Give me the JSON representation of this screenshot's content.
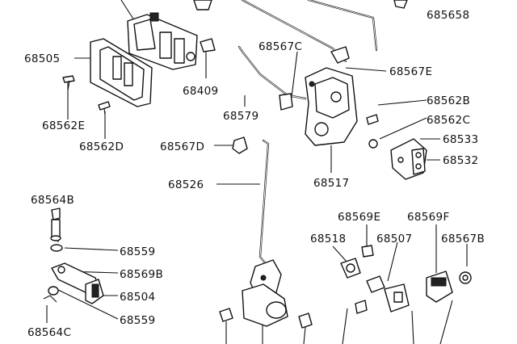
{
  "parts": [
    "685658",
    "68505",
    "68409",
    "68567C",
    "68567E",
    "68579",
    "68562E",
    "68562D",
    "68562B",
    "68562C",
    "68567D",
    "68533",
    "68532",
    "68517",
    "68526",
    "68564B",
    "68559",
    "68569B",
    "68504",
    "68559",
    "68564C",
    "68569E",
    "68569F",
    "68518",
    "68507",
    "68567B"
  ]
}
